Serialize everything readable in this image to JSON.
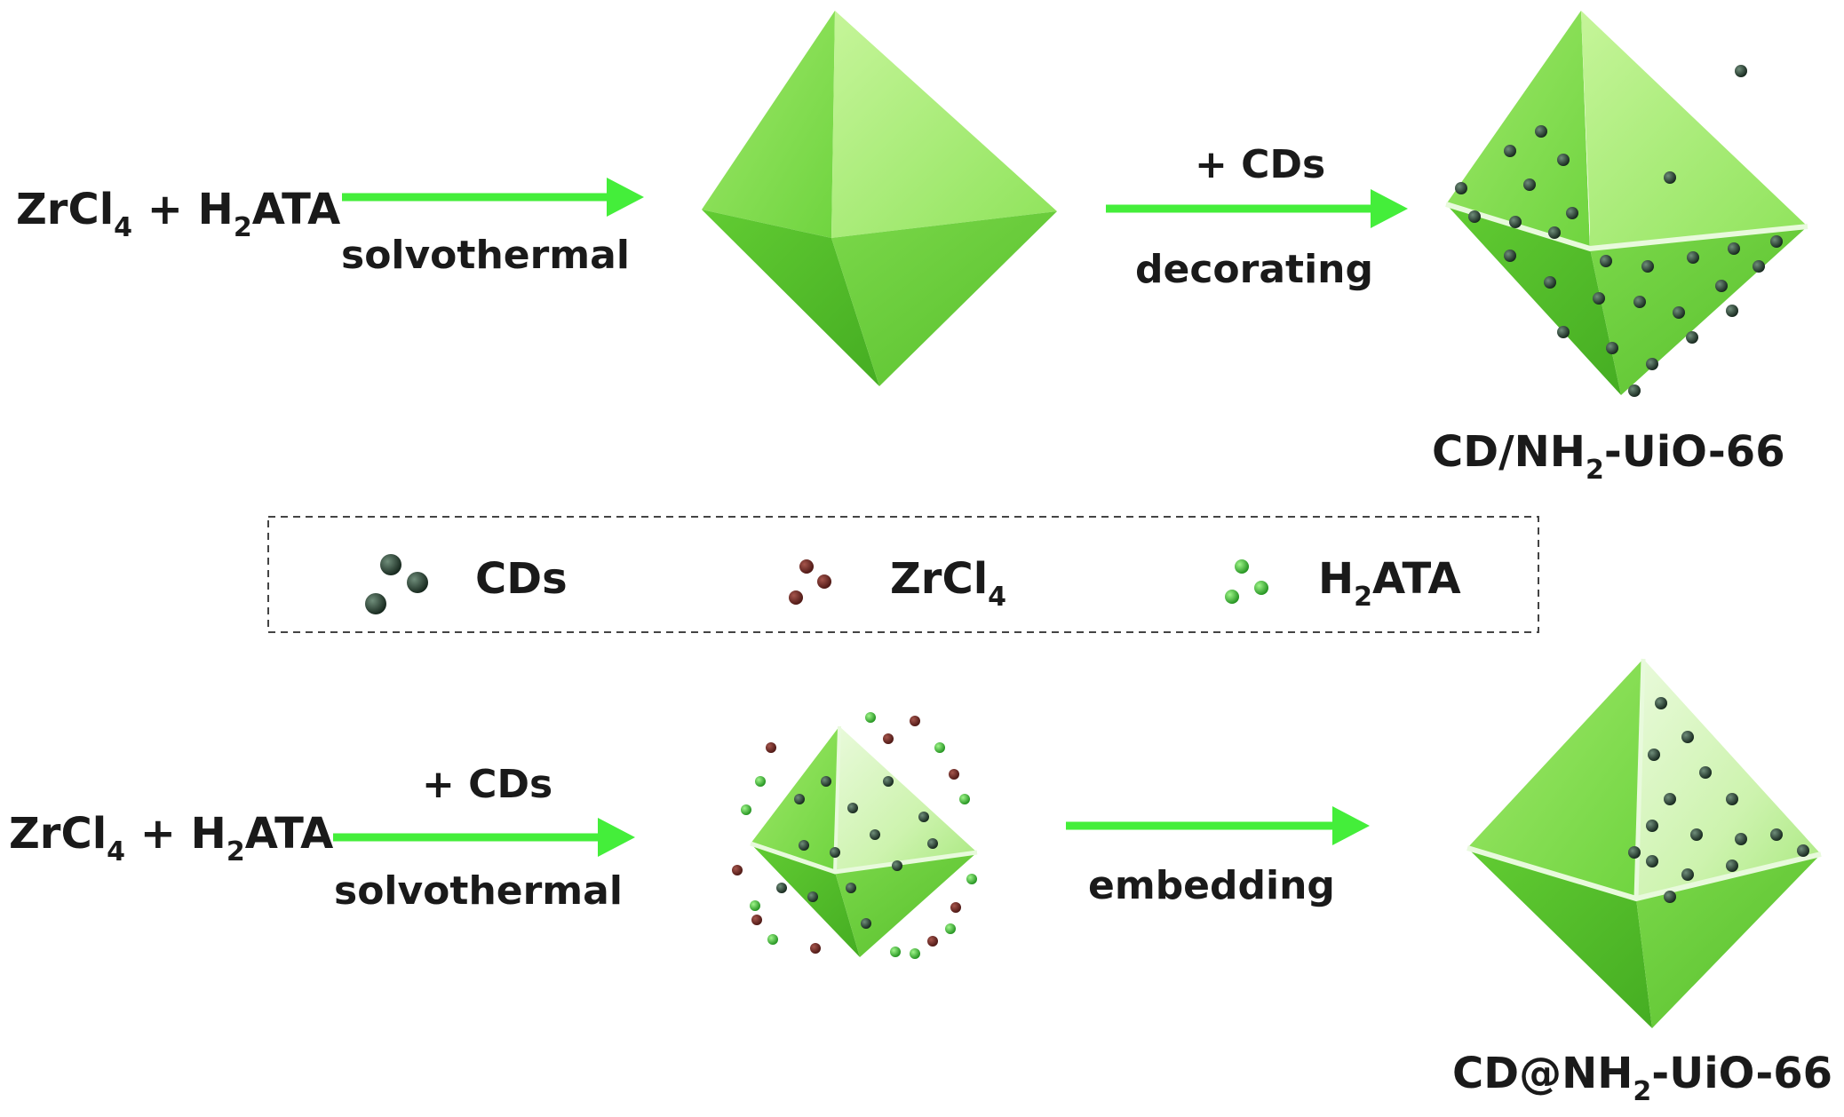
{
  "top_row": {
    "reactants": {
      "a": "ZrCl",
      "a_sub": "4",
      "plus": " + H",
      "b_sub": "2",
      "b_rest": "ATA"
    },
    "step1_label": "solvothermal",
    "step2_top": "+ CDs",
    "step2_bottom": "decorating",
    "product": {
      "pre": "CD/NH",
      "sub": "2",
      "post": "-UiO-66"
    }
  },
  "legend": {
    "cds": "CDs",
    "zrcl4": {
      "pre": "ZrCl",
      "sub": "4"
    },
    "h2ata": {
      "pre": "H",
      "sub": "2",
      "post": "ATA"
    }
  },
  "bottom_row": {
    "reactants": {
      "a": "ZrCl",
      "a_sub": "4",
      "plus": " + H",
      "b_sub": "2",
      "b_rest": "ATA"
    },
    "step1_top": "+ CDs",
    "step1_bottom": "solvothermal",
    "step2_label": "embedding",
    "product": {
      "pre": "CD@NH",
      "sub": "2",
      "post": "-UiO-66"
    }
  },
  "colors": {
    "arrow": "#44ee3a",
    "cd_dot": "#1f3a2a",
    "zrcl4_dot": "#6b2520",
    "h2ata_dot": "#3bc43a",
    "crystal_light": "#b8f08a",
    "crystal_mid": "#7ee04f",
    "crystal_dark": "#4cb82c"
  }
}
